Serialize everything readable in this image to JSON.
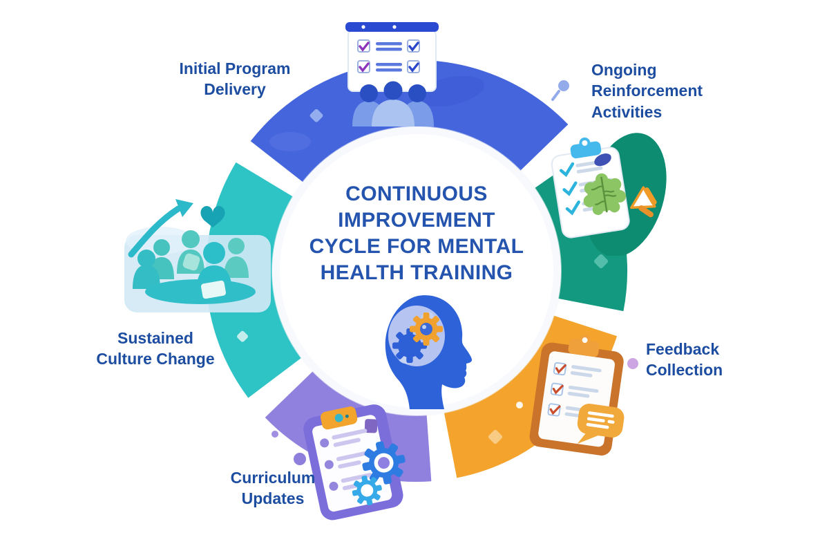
{
  "title": {
    "text": "CONTINUOUS\nIMPROVEMENT\nCYCLE FOR MENTAL\nHEALTH TRAINING"
  },
  "stages": [
    {
      "name": "initial-program-delivery",
      "label": "Initial Program\nDelivery",
      "color": "#4565DC",
      "position": "top",
      "icon": "presentation-board-audience-icon"
    },
    {
      "name": "ongoing-reinforcement-activities",
      "label": "Ongoing\nReinforcement\nActivities",
      "color": "#13997F",
      "position": "top-right",
      "icon": "clipboard-brain-megaphone-icon"
    },
    {
      "name": "feedback-collection",
      "label": "Feedback\nCollection",
      "color": "#F4A42C",
      "position": "right",
      "icon": "clipboard-speech-bubble-icon"
    },
    {
      "name": "curriculum-updates",
      "label": "Curriculum\nUpdates",
      "color": "#9181DE",
      "position": "bottom",
      "icon": "clipboard-gears-icon"
    },
    {
      "name": "sustained-culture-change",
      "label": "Sustained\nCulture Change",
      "color": "#2EC4C6",
      "position": "left",
      "icon": "team-growth-heart-icon"
    }
  ],
  "center": {
    "icon": "head-with-gears-icon"
  },
  "decorations": [
    "pin-dot-icon",
    "lavender-dot-icon",
    "purple-dots-icon",
    "sparkle-icon"
  ],
  "colors": {
    "background": "#FFFFFF",
    "title_text": "#2454AE",
    "label_text": "#1D4DA0",
    "segment_blue": "#4565DC",
    "segment_green": "#13997F",
    "segment_orange": "#F4A42C",
    "segment_purple": "#9181DE",
    "segment_teal": "#2EC4C6"
  }
}
